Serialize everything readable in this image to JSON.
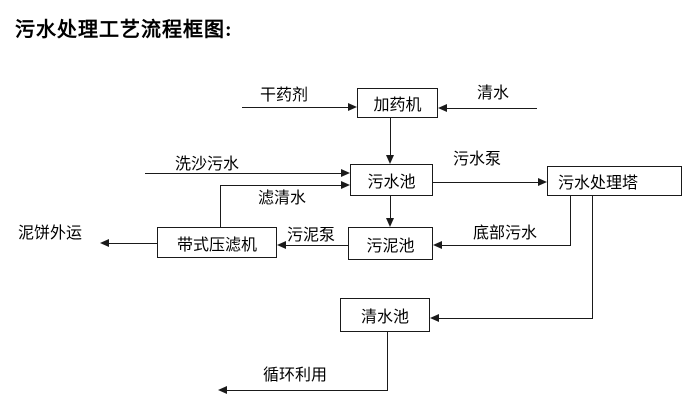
{
  "page": {
    "title": "污水处理工艺流程框图:"
  },
  "diagram": {
    "type": "flowchart",
    "nodes": {
      "dosing_machine": {
        "label": "加药机"
      },
      "wastewater_pool": {
        "label": "污水池"
      },
      "treatment_tower": {
        "label": "污水处理塔"
      },
      "belt_filter_press": {
        "label": "带式压滤机"
      },
      "sludge_pool": {
        "label": "污泥池"
      },
      "clean_water_pool": {
        "label": "清水池"
      }
    },
    "edge_labels": {
      "dry_chemical": "干药剂",
      "clean_water": "清水",
      "sand_washing_wastewater": "洗沙污水",
      "filtered_water": "滤清水",
      "wastewater_pump": "污水泵",
      "mud_cake_out": "泥饼外运",
      "sludge_pump": "污泥泵",
      "bottom_wastewater": "底部污水",
      "recycle_use": "循环利用"
    },
    "edges": [
      {
        "from": "干药剂",
        "to": "加药机"
      },
      {
        "from": "清水",
        "to": "加药机"
      },
      {
        "from": "加药机",
        "to": "污水池"
      },
      {
        "from": "洗沙污水",
        "to": "污水池"
      },
      {
        "from": "带式压滤机",
        "to": "污水池",
        "label": "滤清水"
      },
      {
        "from": "污水池",
        "to": "污水处理塔",
        "label": "污水泵"
      },
      {
        "from": "污水池",
        "to": "污泥池"
      },
      {
        "from": "污水处理塔",
        "to": "污泥池",
        "label": "底部污水"
      },
      {
        "from": "污泥池",
        "to": "带式压滤机",
        "label": "污泥泵"
      },
      {
        "from": "带式压滤机",
        "to": "泥饼外运"
      },
      {
        "from": "污水处理塔",
        "to": "清水池"
      },
      {
        "from": "清水池",
        "to": "循环利用"
      }
    ],
    "colors": {
      "background": "#ffffff",
      "line": "#1a1a1a",
      "box_border": "#1a1a1a",
      "box_fill": "#ffffff",
      "text": "#000000"
    }
  }
}
